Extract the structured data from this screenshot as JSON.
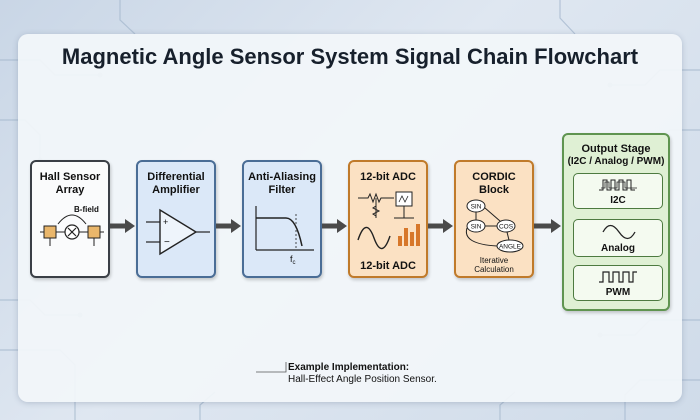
{
  "title": "Magnetic Angle Sensor System Signal Chain Flowchart",
  "blocks": {
    "hall": {
      "title_line1": "Hall Sensor",
      "title_line2": "Array",
      "field_label": "B-field"
    },
    "diff": {
      "title_line1": "Differential",
      "title_line2": "Amplifier"
    },
    "filter": {
      "title_line1": "Anti-Aliasing",
      "title_line2": "Filter",
      "cutoff_label": "f",
      "cutoff_sub": "c"
    },
    "adc": {
      "title": "12-bit ADC",
      "bottom_label": "12-bit ADC"
    },
    "cordic": {
      "title_line1": "CORDIC",
      "title_line2": "Block",
      "node_sin_top": "SIN",
      "node_sin": "SIN",
      "node_cos": "COS",
      "node_angle": "ANGLE",
      "caption_line1": "Iterative",
      "caption_line2": "Calculation"
    },
    "output": {
      "title_line1": "Output Stage",
      "title_line2": "(I2C / Analog / PWM)",
      "items": [
        "I2C",
        "Analog",
        "PWM"
      ]
    }
  },
  "note": {
    "line1": "Example Implementation:",
    "line2": "Hall-Effect Angle Position Sensor."
  },
  "colors": {
    "blue_block": "#dbe8f8",
    "orange_block": "#fbe1c3",
    "green_block": "#dff0d4",
    "arrow": "#4a4a4a"
  }
}
